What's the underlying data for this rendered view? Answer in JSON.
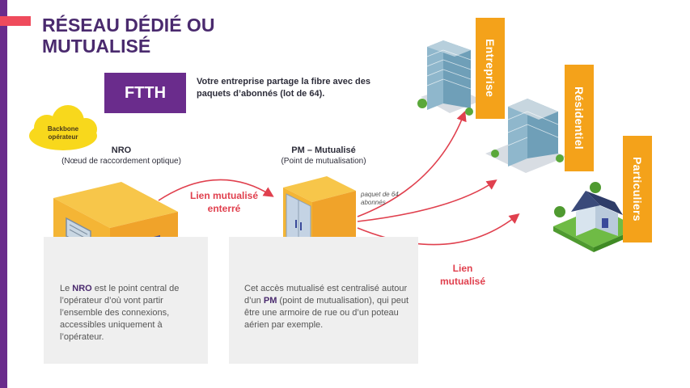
{
  "title": "RÉSEAU DÉDIÉ OU MUTUALISÉ",
  "ftth_label": "FTTH",
  "ftth_description": "Votre entreprise partage la fibre avec des paquets d’abonnés (lot de 64).",
  "backbone_label": "Backbone opérateur",
  "nro": {
    "title": "NRO",
    "subtitle": "(Nœud de raccordement optique)"
  },
  "pm": {
    "title": "PM – Mutualisé",
    "subtitle": "(Point de mutualisation)"
  },
  "lien_enterre": "Lien mutualisé enterré",
  "lien_mutualise": "Lien mutualisé",
  "paquet_label": "paquet de 64 abonnés",
  "nro_text": {
    "before": "Le ",
    "bold": "NRO",
    "after": " est le point central de l’opérateur d’où vont partir l’ensemble des connexions, accessibles uniquement à l’opérateur."
  },
  "pm_text": {
    "before": "Cet accès mutualisé est centralisé autour d’un ",
    "bold": "PM",
    "after": " (point de mutualisation), qui peut être une armoire de rue ou d’un poteau aérien par exemple."
  },
  "destinations": {
    "entreprise": "Entreprise",
    "residentiel": "Résidentiel",
    "particuliers": "Particuliers"
  },
  "colors": {
    "purple": "#6a2c8c",
    "red": "#e0404e",
    "orange": "#f4a21a",
    "yellow": "#f8d81c"
  }
}
